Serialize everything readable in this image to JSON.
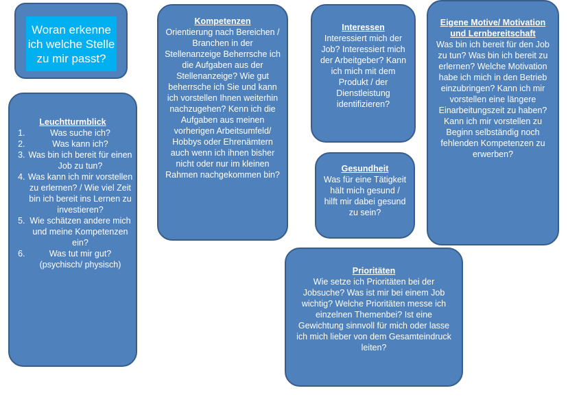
{
  "question": {
    "text": "Woran erkenne ich welche Stelle zu mir passt?"
  },
  "leuchtturmblick": {
    "title": "Leuchtturmblick",
    "items": [
      "Was suche ich?",
      "Was kann ich?",
      "Was bin ich bereit für einen Job zu tun?",
      "Was kann ich mir vorstellen zu erlernen? / Wie viel Zeit bin ich bereit ins Lernen zu investieren?",
      "Wie schätzen andere mich und meine Kompetenzen ein?",
      "Was tut mir gut? (psychisch/ physisch)"
    ]
  },
  "kompetenzen": {
    "title": "Kompetenzen",
    "text": "Orientierung nach Bereichen / Branchen in der Stellenanzeige Beherrsche ich die Aufgaben aus der Stellenanzeige? Wie gut beherrsche ich Sie und kann ich vorstellen Ihnen weiterhin nachzugehen? Kenn ich die Aufgaben aus meinen vorherigen Arbeitsumfeld/ Hobbys oder Ehrenämtern auch wenn ich ihnen bisher nicht oder nur im kleinen Rahmen nachgekommen bin?"
  },
  "interessen": {
    "title": "Interessen",
    "text": "Interessiert mich der Job? Interessiert mich der Arbeitgeber? Kann ich mich mit dem Produkt / der Dienstleistung identifizieren?"
  },
  "gesundheit": {
    "title": "Gesundheit",
    "text": "Was für eine Tätigkeit hält mich gesund / hilft mir dabei gesund zu sein?"
  },
  "motive": {
    "title": "Eigene Motive/ Motivation und Lernbereitschaft",
    "text": "Was bin ich bereit für den Job zu tun? Was bin ich bereit zu erlernen? Welche Motivation habe ich mich in den Betrieb einzubringen? Kann ich mir vorstellen eine längere Einarbeitungszeit zu haben? Kann ich mir vorstellen zu Beginn selbständig noch fehlenden Kompetenzen zu erwerben?"
  },
  "prioritaeten": {
    "title": "Prioritäten",
    "text": "Wie setze ich Prioritäten bei der Jobsuche? Was ist mir bei einem Job wichtig? Welche Prioritäten messe ich einzelnen Themenbei? Ist eine Gewichtung sinnvoll für mich oder lasse ich mich lieber von dem Gesamteindruck leiten?"
  },
  "colors": {
    "box_fill": "#4f81bd",
    "box_border": "#385d8a",
    "question_fill": "#00b0f0",
    "text": "#ffffff"
  }
}
